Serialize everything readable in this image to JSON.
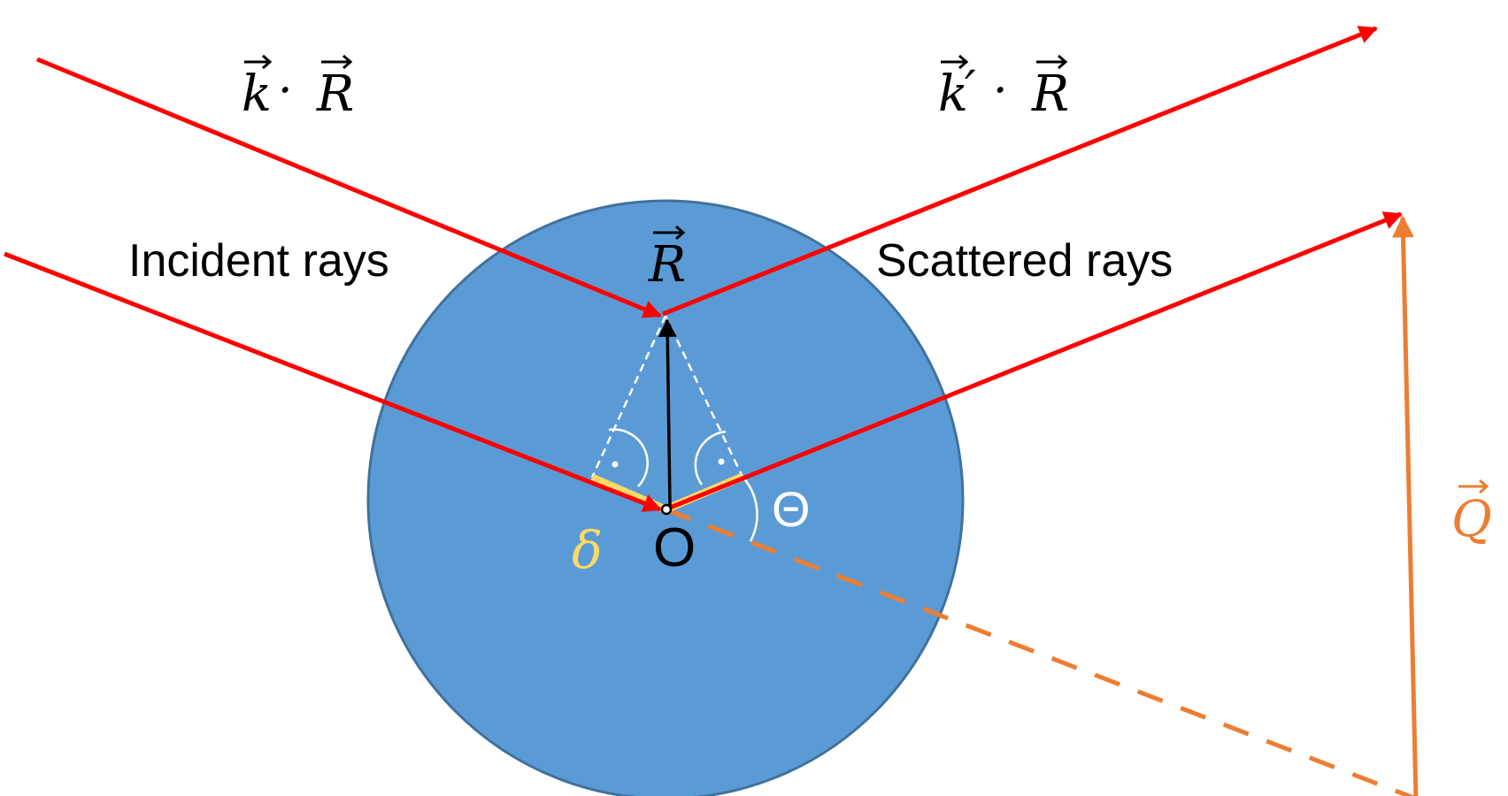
{
  "labels": {
    "incident": "Incident rays",
    "scattered": "Scattered rays",
    "origin": "O",
    "theta": "Θ",
    "delta": "δ"
  },
  "math": {
    "kR_k": "k",
    "kR_dot": "·",
    "kR_R": "R",
    "kpR_k": "k",
    "kpR_prime": "′",
    "kpR_dot": "·",
    "kpR_R": "R",
    "R": "R",
    "Q": "Q"
  },
  "colors": {
    "sphere_fill": "#5b9bd5",
    "sphere_stroke": "#41719c",
    "ray": "#ff0000",
    "q_vector": "#ed7d31",
    "delta": "#ffd966",
    "r_vector": "#000000",
    "construction": "#ffffff",
    "text": "#000000"
  }
}
